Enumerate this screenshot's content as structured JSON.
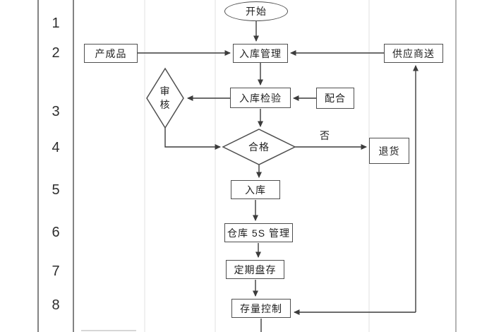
{
  "lane_panel": {
    "rows": [
      "1",
      "2",
      "3",
      "4",
      "5",
      "6",
      "7",
      "8"
    ]
  },
  "flowchart": {
    "start": "开始",
    "finished_goods": "产成品",
    "inbound_management": "入库管理",
    "supplier_delivery": "供应商送",
    "review_line1": "审",
    "review_line2": "核",
    "inbound_inspection": "入库检验",
    "cooperate": "配合",
    "qualified": "合格",
    "label_no": "否",
    "return_goods": "退货",
    "inbound": "入库",
    "warehouse_5s": "仓库 5S 管理",
    "periodic_inventory": "定期盘存",
    "stock_control": "存量控制"
  },
  "colors": {
    "connector_line": "#3c3c3c",
    "box_border": "#4f4f4f",
    "lane_dark": "#838383",
    "lane_light": "#e0e0e0",
    "lane_medium": "#9b9b9b",
    "text": "#1f1f1f"
  }
}
